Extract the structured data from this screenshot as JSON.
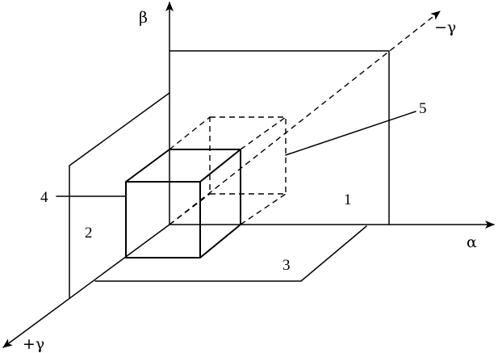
{
  "colors": {
    "line": "#000000",
    "background": "#ffffff"
  },
  "axes": {
    "alpha": "α",
    "beta": "β",
    "gamma_neg": "−γ",
    "gamma_pos": "+γ"
  },
  "regions": {
    "r1": "1",
    "r2": "2",
    "r3": "3",
    "r4": "4",
    "r5": "5"
  }
}
